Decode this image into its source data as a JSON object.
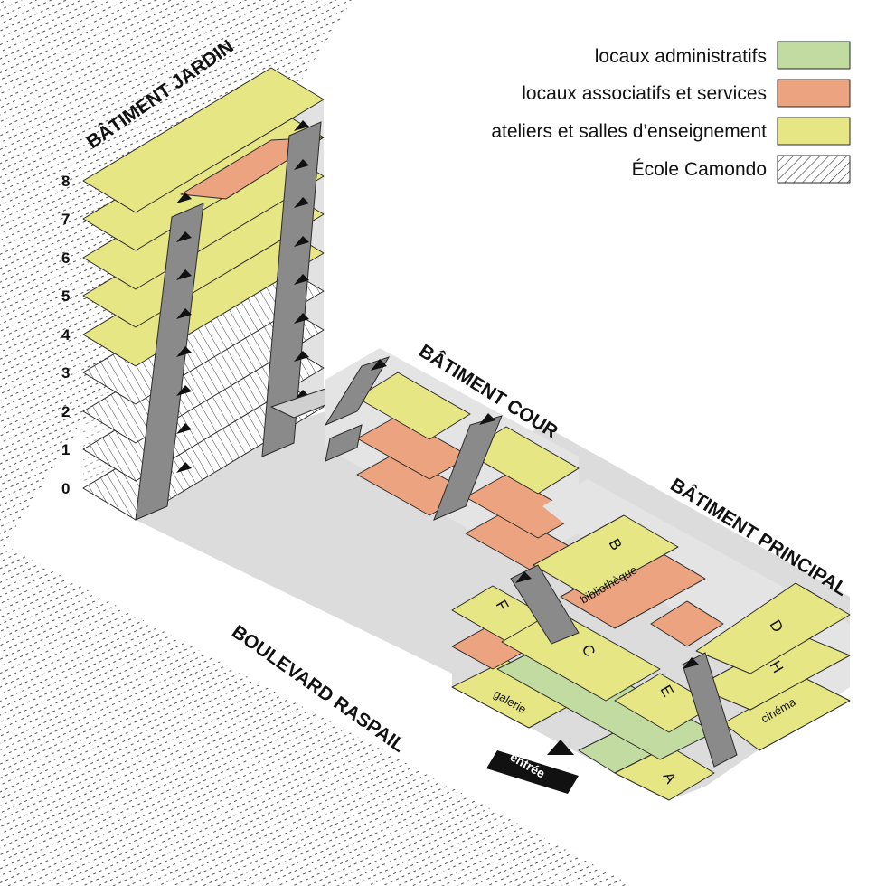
{
  "legend": [
    {
      "label": "locaux administratifs",
      "color": "#c2dba0",
      "pattern": false
    },
    {
      "label": "locaux associatifs et services",
      "color": "#eca37f",
      "pattern": false
    },
    {
      "label": "ateliers et salles d’enseignement",
      "color": "#e6e684",
      "pattern": false
    },
    {
      "label": "École Camondo",
      "color": "#ffffff",
      "pattern": true
    }
  ],
  "buildings": {
    "jardin": "BÂTIMENT JARDIN",
    "cour": "BÂTIMENT COUR",
    "principal": "BÂTIMENT PRINCIPAL"
  },
  "street": "BOULEVARD RASPAIL",
  "floors": [
    "0",
    "1",
    "2",
    "3",
    "4",
    "5",
    "6",
    "7",
    "8"
  ],
  "rooms": {
    "galerie": "galerie",
    "bibliotheque": "bibliothèque",
    "cinema": "cinéma"
  },
  "blocks": [
    "A",
    "B",
    "C",
    "D",
    "E",
    "F",
    "H"
  ],
  "entrance": "entrée",
  "colors": {
    "admin": "#c2dba0",
    "assoc": "#eca37f",
    "ateliers": "#e6e684",
    "ground": "#d6d6d6",
    "stair": "#8a8a8a"
  }
}
